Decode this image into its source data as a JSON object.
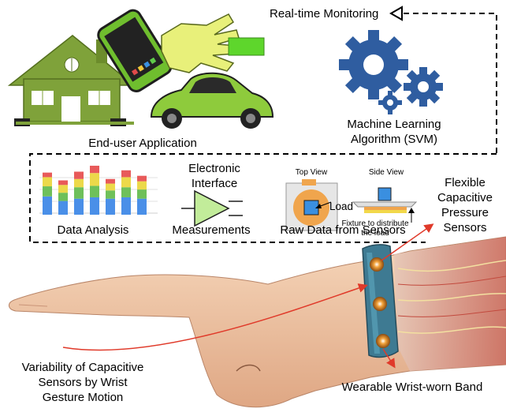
{
  "top": {
    "realtime_monitoring": "Real-time Monitoring",
    "ml_line1": "Machine Learning",
    "ml_line2": "Algorithm (SVM)",
    "end_user": "End-user Application"
  },
  "pipeline": {
    "data_analysis": "Data Analysis",
    "electronic_line1": "Electronic",
    "electronic_line2": "Interface",
    "measurements": "Measurements",
    "top_view": "Top View",
    "side_view": "Side View",
    "load": "Load",
    "fixture_line1": "Fixture to distribute",
    "fixture_line2": "the load",
    "raw_data": "Raw Data from Sensors",
    "flexible_line1": "Flexible",
    "flexible_line2": "Capacitive",
    "flexible_line3": "Pressure",
    "flexible_line4": "Sensors"
  },
  "bottom": {
    "variability_line1": "Variability of Capacitive",
    "variability_line2": "Sensors by Wrist",
    "variability_line3": "Gesture Motion",
    "band": "Wearable Wrist-worn Band"
  },
  "icons": [
    "house-icon",
    "smartphone-icon",
    "robotic-hand-icon",
    "car-icon",
    "gears-icon",
    "amplifier-icon",
    "hand-icon",
    "wristband-icon"
  ],
  "stacked_chart": {
    "bars": [
      [
        0.4,
        0.22,
        0.2,
        0.1
      ],
      [
        0.3,
        0.18,
        0.17,
        0.1
      ],
      [
        0.35,
        0.25,
        0.18,
        0.16
      ],
      [
        0.38,
        0.25,
        0.28,
        0.16
      ],
      [
        0.35,
        0.18,
        0.15,
        0.1
      ],
      [
        0.38,
        0.22,
        0.22,
        0.15
      ],
      [
        0.35,
        0.2,
        0.18,
        0.12
      ]
    ],
    "colors": [
      "#4a8fe8",
      "#6ec05a",
      "#ecd94a",
      "#e85a5a"
    ]
  },
  "colors": {
    "house": "#7fa23a",
    "gear": "#2f5da0",
    "car": "#8ecb3c",
    "phone": "#6fbe2e",
    "amp": "#c2ec9a",
    "skin": "#f0c8a8",
    "band": "#3e7a92",
    "arrow": "#e03a2a",
    "orange": "#f0a54d"
  }
}
